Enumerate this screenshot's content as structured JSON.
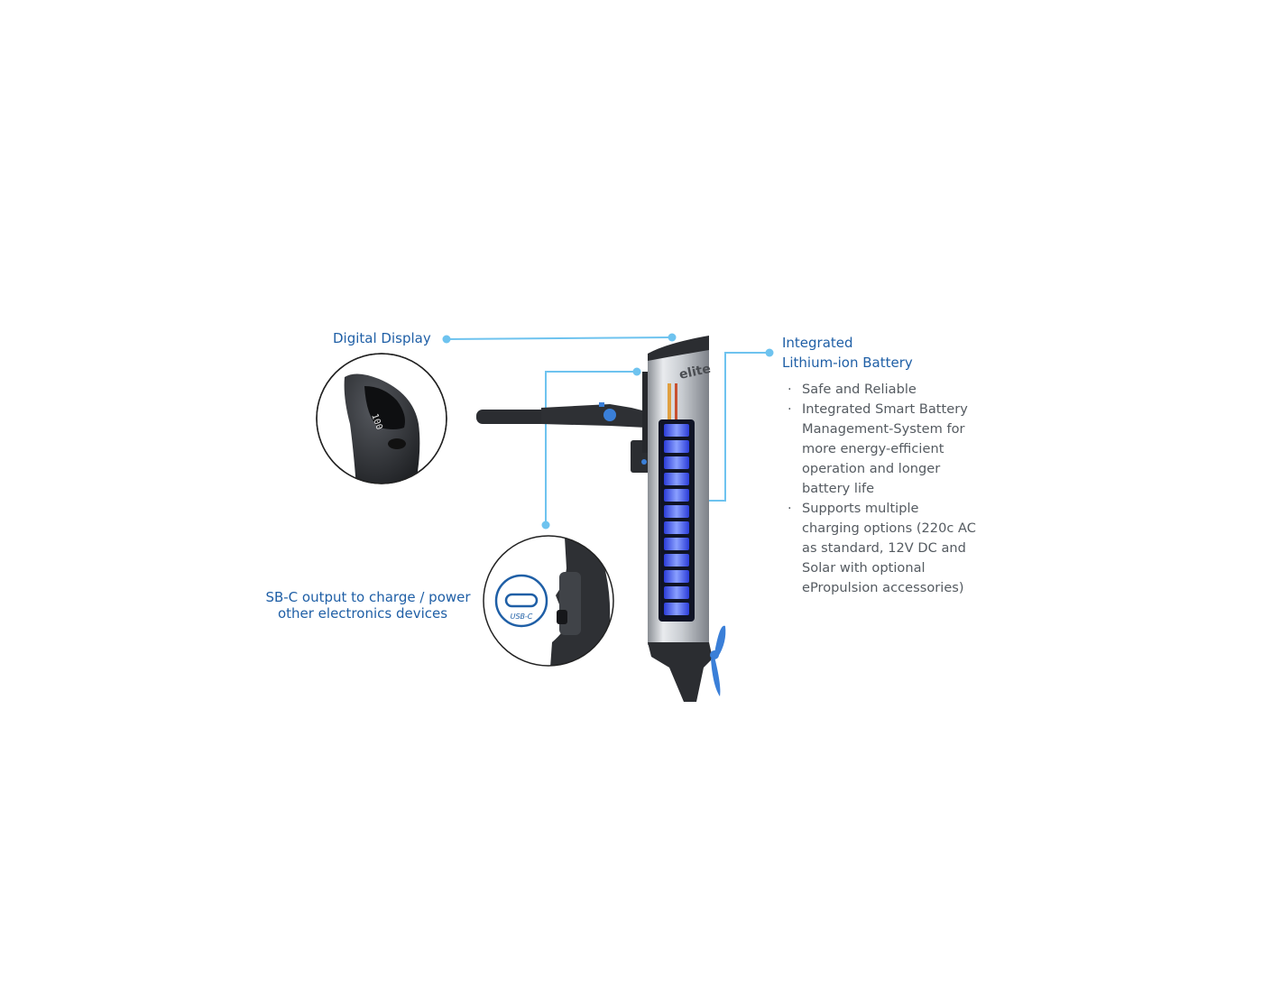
{
  "callouts": {
    "display": "Digital Display",
    "battery_line1": "Integrated",
    "battery_line2": "Lithium-ion Battery",
    "usb_line1": "SB-C output to charge / power",
    "usb_line2": "other electronics devices"
  },
  "battery_features": [
    "Safe and Reliable",
    "Integrated Smart Battery Management-System for more energy-efficient operation and longer battery life",
    "Supports multiple charging options (220c AC as standard, 12V DC and Solar with optional ePropulsion accessories)"
  ],
  "product": {
    "brand": "elite",
    "display_reading": "100",
    "usb_icon_text": "USB-C"
  },
  "colors": {
    "accent_blue": "#1f5fa6",
    "callout_line": "#6ec3ef",
    "motor_dark": "#2b2d31",
    "battery_glow": "#4f6bff",
    "propeller": "#3a7fd8"
  }
}
